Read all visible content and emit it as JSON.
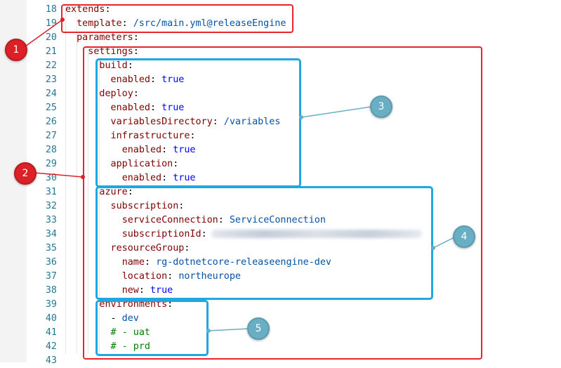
{
  "editor": {
    "lines": [
      {
        "n": "18",
        "indent": 0,
        "parts": [
          {
            "t": "extends",
            "c": "k"
          },
          {
            "t": ":",
            "c": "p"
          }
        ]
      },
      {
        "n": "19",
        "indent": 1,
        "parts": [
          {
            "t": "template",
            "c": "k"
          },
          {
            "t": ": ",
            "c": "p"
          },
          {
            "t": "/src/main.yml@releaseEngine",
            "c": "v"
          }
        ]
      },
      {
        "n": "20",
        "indent": 1,
        "parts": [
          {
            "t": "parameters",
            "c": "k"
          },
          {
            "t": ":",
            "c": "p"
          }
        ]
      },
      {
        "n": "21",
        "indent": 2,
        "parts": [
          {
            "t": "settings",
            "c": "k"
          },
          {
            "t": ":",
            "c": "p"
          }
        ]
      },
      {
        "n": "22",
        "indent": 3,
        "parts": [
          {
            "t": "build",
            "c": "k"
          },
          {
            "t": ":",
            "c": "p"
          }
        ]
      },
      {
        "n": "23",
        "indent": 4,
        "parts": [
          {
            "t": "enabled",
            "c": "k"
          },
          {
            "t": ": ",
            "c": "p"
          },
          {
            "t": "true",
            "c": "b"
          }
        ]
      },
      {
        "n": "24",
        "indent": 3,
        "parts": [
          {
            "t": "deploy",
            "c": "k"
          },
          {
            "t": ":",
            "c": "p"
          }
        ]
      },
      {
        "n": "25",
        "indent": 4,
        "parts": [
          {
            "t": "enabled",
            "c": "k"
          },
          {
            "t": ": ",
            "c": "p"
          },
          {
            "t": "true",
            "c": "b"
          }
        ]
      },
      {
        "n": "26",
        "indent": 4,
        "parts": [
          {
            "t": "variablesDirectory",
            "c": "k"
          },
          {
            "t": ": ",
            "c": "p"
          },
          {
            "t": "/variables",
            "c": "v"
          }
        ]
      },
      {
        "n": "27",
        "indent": 4,
        "parts": [
          {
            "t": "infrastructure",
            "c": "k"
          },
          {
            "t": ":",
            "c": "p"
          }
        ]
      },
      {
        "n": "28",
        "indent": 5,
        "parts": [
          {
            "t": "enabled",
            "c": "k"
          },
          {
            "t": ": ",
            "c": "p"
          },
          {
            "t": "true",
            "c": "b"
          }
        ]
      },
      {
        "n": "29",
        "indent": 4,
        "parts": [
          {
            "t": "application",
            "c": "k"
          },
          {
            "t": ":",
            "c": "p"
          }
        ]
      },
      {
        "n": "30",
        "indent": 5,
        "parts": [
          {
            "t": "enabled",
            "c": "k"
          },
          {
            "t": ": ",
            "c": "p"
          },
          {
            "t": "true",
            "c": "b"
          }
        ]
      },
      {
        "n": "31",
        "indent": 3,
        "parts": [
          {
            "t": "azure",
            "c": "k"
          },
          {
            "t": ":",
            "c": "p"
          }
        ]
      },
      {
        "n": "32",
        "indent": 4,
        "parts": [
          {
            "t": "subscription",
            "c": "k"
          },
          {
            "t": ":",
            "c": "p"
          }
        ]
      },
      {
        "n": "33",
        "indent": 5,
        "parts": [
          {
            "t": "serviceConnection",
            "c": "k"
          },
          {
            "t": ": ",
            "c": "p"
          },
          {
            "t": "ServiceConnection",
            "c": "v"
          }
        ]
      },
      {
        "n": "34",
        "indent": 5,
        "parts": [
          {
            "t": "subscriptionId",
            "c": "k"
          },
          {
            "t": ":",
            "c": "p"
          }
        ],
        "redacted": true
      },
      {
        "n": "35",
        "indent": 4,
        "parts": [
          {
            "t": "resourceGroup",
            "c": "k"
          },
          {
            "t": ":",
            "c": "p"
          }
        ]
      },
      {
        "n": "36",
        "indent": 5,
        "parts": [
          {
            "t": "name",
            "c": "k"
          },
          {
            "t": ": ",
            "c": "p"
          },
          {
            "t": "rg-dotnetcore-releaseengine-dev",
            "c": "v"
          }
        ]
      },
      {
        "n": "37",
        "indent": 5,
        "parts": [
          {
            "t": "location",
            "c": "k"
          },
          {
            "t": ": ",
            "c": "p"
          },
          {
            "t": "northeurope",
            "c": "v"
          }
        ]
      },
      {
        "n": "38",
        "indent": 5,
        "parts": [
          {
            "t": "new",
            "c": "k"
          },
          {
            "t": ": ",
            "c": "p"
          },
          {
            "t": "true",
            "c": "b"
          }
        ]
      },
      {
        "n": "39",
        "indent": 3,
        "parts": [
          {
            "t": "environments",
            "c": "k"
          },
          {
            "t": ":",
            "c": "p"
          }
        ]
      },
      {
        "n": "40",
        "indent": 4,
        "parts": [
          {
            "t": "- ",
            "c": "p"
          },
          {
            "t": "dev",
            "c": "v"
          }
        ]
      },
      {
        "n": "41",
        "indent": 4,
        "parts": [
          {
            "t": "# - uat",
            "c": "c"
          }
        ]
      },
      {
        "n": "42",
        "indent": 4,
        "parts": [
          {
            "t": "# - prd",
            "c": "c"
          }
        ]
      },
      {
        "n": "43",
        "indent": 0,
        "parts": []
      }
    ]
  },
  "callouts": [
    {
      "label": "1",
      "color": "#dd2027"
    },
    {
      "label": "2",
      "color": "#dd2027"
    },
    {
      "label": "3",
      "color": "#6aaec4"
    },
    {
      "label": "4",
      "color": "#6aaec4"
    },
    {
      "label": "5",
      "color": "#6aaec4"
    }
  ]
}
